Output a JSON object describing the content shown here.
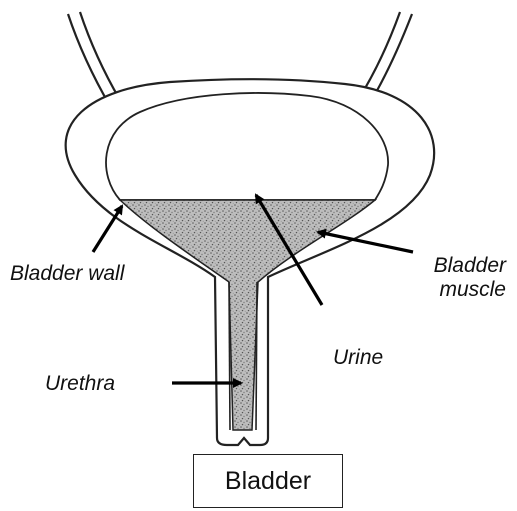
{
  "title": "Bladder",
  "labels": {
    "bladder_wall": "Bladder wall",
    "bladder_muscle_line1": "Bladder",
    "bladder_muscle_line2": "muscle",
    "urine": "Urine",
    "urethra": "Urethra"
  },
  "colors": {
    "outline": "#222222",
    "urine_fill": "#b8b8b8",
    "urine_speckle": "#6a6a6a",
    "arrow": "#000000"
  }
}
